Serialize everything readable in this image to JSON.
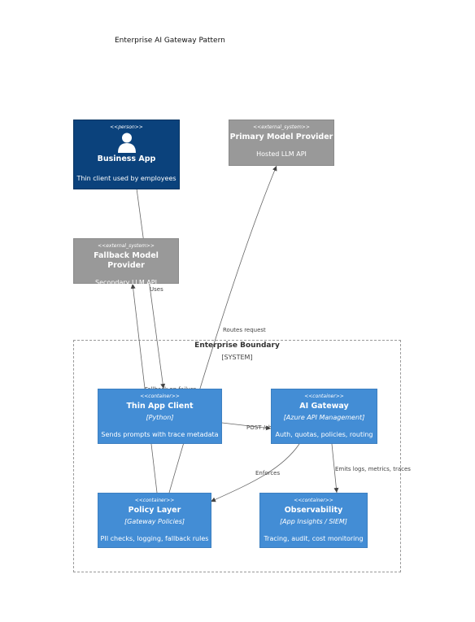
{
  "title": "Enterprise AI Gateway Pattern",
  "boundary": {
    "name": "Enterprise Boundary",
    "type": "[SYSTEM]"
  },
  "nodes": {
    "business_app": {
      "stereotype": "<<person>>",
      "name": "Business App",
      "description": "Thin client used by employees",
      "icon": "person-icon"
    },
    "primary_provider": {
      "stereotype": "<<external_system>>",
      "name": "Primary Model Provider",
      "description": "Hosted LLM API"
    },
    "fallback_provider": {
      "stereotype": "<<external_system>>",
      "name": "Fallback Model Provider",
      "description": "Secondary LLM API"
    },
    "thin_client": {
      "stereotype": "<<container>>",
      "name": "Thin App Client",
      "technology": "[Python]",
      "description": "Sends prompts with trace metadata"
    },
    "ai_gateway": {
      "stereotype": "<<container>>",
      "name": "AI Gateway",
      "technology": "[Azure API Management]",
      "description": "Auth, quotas, policies, routing"
    },
    "policy_layer": {
      "stereotype": "<<container>>",
      "name": "Policy Layer",
      "technology": "[Gateway Policies]",
      "description": "PII checks, logging, fallback rules"
    },
    "observability": {
      "stereotype": "<<container>>",
      "name": "Observability",
      "technology": "[App Insights / SIEM]",
      "description": "Tracing, audit, cost monitoring"
    }
  },
  "relations": {
    "uses": "Uses",
    "routes_request": "Routes request",
    "fallback_on_failure": "Fallback on failure",
    "post_chat": "POST /chat",
    "enforces": "Enforces",
    "emits": "Emits logs, metrics, traces"
  },
  "colors": {
    "person": "#0b427c",
    "external": "#999999",
    "container": "#438dd5"
  }
}
